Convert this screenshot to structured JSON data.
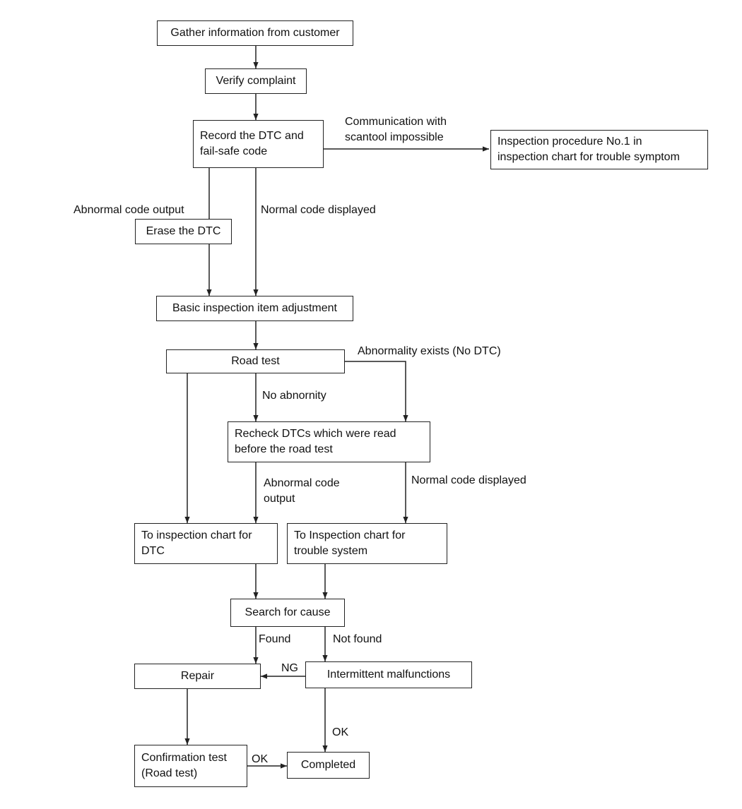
{
  "nodes": {
    "gather": "Gather information from customer",
    "verify": "Verify complaint",
    "record": "Record the DTC and\nfail-safe code",
    "inspection_no1": "Inspection procedure No.1 in\ninspection chart for trouble symptom",
    "erase": "Erase the DTC",
    "basic": "Basic inspection item adjustment",
    "road_test": "Road test",
    "recheck": "Recheck DTCs which were read\nbefore the road test",
    "chart_dtc": "To inspection chart for\nDTC",
    "chart_trouble": "To Inspection chart for\ntrouble system",
    "search": "Search for cause",
    "repair": "Repair",
    "intermittent": "Intermittent malfunctions",
    "confirmation": "Confirmation test\n(Road test)",
    "completed": "Completed"
  },
  "labels": {
    "comm_impossible": "Communication with\nscantool impossible",
    "abnormal_output_1": "Abnormal code output",
    "normal_displayed_1": "Normal code displayed",
    "abnormality_exists": "Abnormality exists (No DTC)",
    "no_abnormity": "No abnornity",
    "abnormal_output_2": "Abnormal code\noutput",
    "normal_displayed_2": "Normal code displayed",
    "found": "Found",
    "not_found": "Not found",
    "ng": "NG",
    "ok_1": "OK",
    "ok_2": "OK"
  }
}
